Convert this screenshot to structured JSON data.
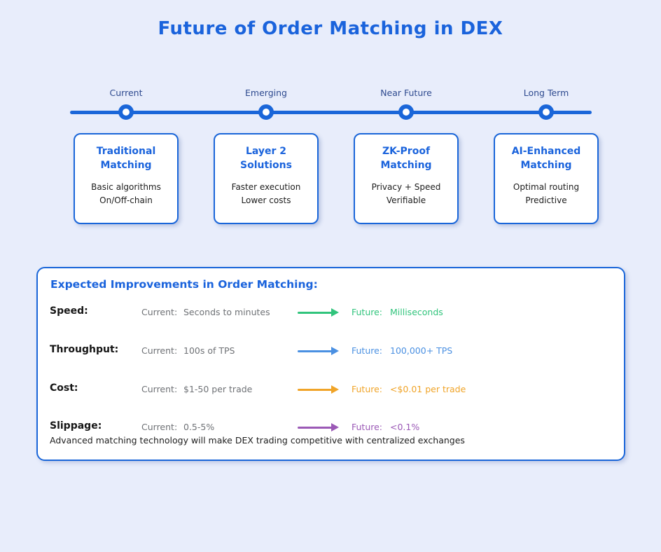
{
  "title": "Future of Order Matching in DEX",
  "colors": {
    "background": "#e8edfb",
    "accent_blue": "#1a63dc",
    "border_blue": "#1a66d9",
    "timeline_label_navy": "#2e4a8f",
    "muted_gray": "#6f7276"
  },
  "timeline": {
    "stages": [
      {
        "label": "Current",
        "card_title": "Traditional Matching",
        "card_lines": [
          "Basic algorithms",
          "On/Off-chain"
        ]
      },
      {
        "label": "Emerging",
        "card_title": "Layer 2 Solutions",
        "card_lines": [
          "Faster execution",
          "Lower costs"
        ]
      },
      {
        "label": "Near Future",
        "card_title": "ZK-Proof Matching",
        "card_lines": [
          "Privacy + Speed",
          "Verifiable"
        ]
      },
      {
        "label": "Long Term",
        "card_title": "AI-Enhanced Matching",
        "card_lines": [
          "Optimal routing",
          "Predictive"
        ]
      }
    ]
  },
  "panel": {
    "heading": "Expected Improvements in Order Matching:",
    "current_label": "Current:",
    "future_label": "Future:",
    "rows": [
      {
        "metric": "Speed:",
        "current": "Seconds to minutes",
        "future": "Milliseconds",
        "color": "#31c47c"
      },
      {
        "metric": "Throughput:",
        "current": "100s of TPS",
        "future": "100,000+ TPS",
        "color": "#4a90e2"
      },
      {
        "metric": "Cost:",
        "current": "$1-50 per trade",
        "future": "<$0.01 per trade",
        "color": "#f0a428"
      },
      {
        "metric": "Slippage:",
        "current": "0.5-5%",
        "future": "<0.1%",
        "color": "#9b59b6"
      }
    ],
    "footnote": "Advanced matching technology will make DEX trading competitive with centralized exchanges"
  }
}
